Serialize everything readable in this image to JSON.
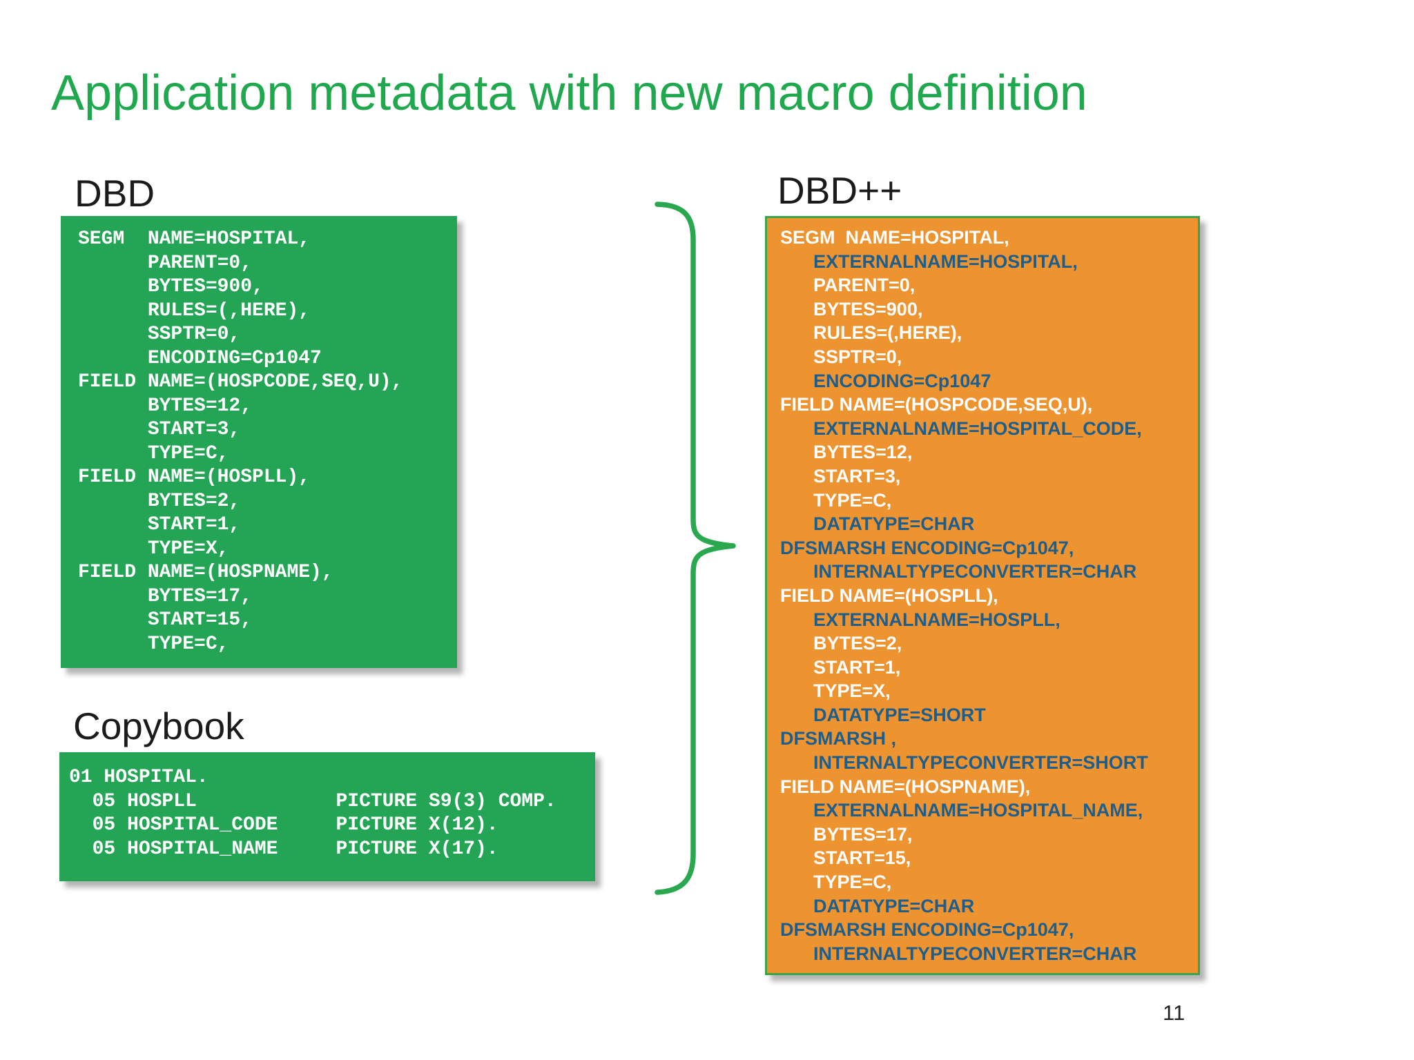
{
  "slide": {
    "title": "Application metadata with new macro definition",
    "page_number": "11"
  },
  "colors": {
    "title_green": "#20a84f",
    "box_green": "#23a555",
    "box_orange": "#ed9330",
    "orange_border_green": "#3aa449",
    "new_macro_blue": "#1e5e8c",
    "brace_green": "#2aa84f",
    "code_white": "#ffffff",
    "label_black": "#1b1b1b"
  },
  "dbd_panel": {
    "label": "DBD",
    "lines": [
      "SEGM  NAME=HOSPITAL,",
      "      PARENT=0,",
      "      BYTES=900,",
      "      RULES=(,HERE),",
      "      SSPTR=0,",
      "      ENCODING=Cp1047",
      "FIELD NAME=(HOSPCODE,SEQ,U),",
      "      BYTES=12,",
      "      START=3,",
      "      TYPE=C,",
      "FIELD NAME=(HOSPLL),",
      "      BYTES=2,",
      "      START=1,",
      "      TYPE=X,",
      "FIELD NAME=(HOSPNAME),",
      "      BYTES=17,",
      "      START=15,",
      "      TYPE=C,"
    ]
  },
  "copybook_panel": {
    "label": "Copybook",
    "lines": [
      "01 HOSPITAL.",
      "  05 HOSPLL            PICTURE S9(3) COMP.",
      "  05 HOSPITAL_CODE     PICTURE X(12).",
      "  05 HOSPITAL_NAME     PICTURE X(17)."
    ]
  },
  "dbdpp_panel": {
    "label": "DBD++",
    "lines": [
      {
        "text": "SEGM  NAME=HOSPITAL,",
        "new": false,
        "indent": false
      },
      {
        "text": "EXTERNALNAME=HOSPITAL,",
        "new": true,
        "indent": true
      },
      {
        "text": "PARENT=0,",
        "new": false,
        "indent": true
      },
      {
        "text": "BYTES=900,",
        "new": false,
        "indent": true
      },
      {
        "text": "RULES=(,HERE),",
        "new": false,
        "indent": true
      },
      {
        "text": "SSPTR=0,",
        "new": false,
        "indent": true
      },
      {
        "text": "ENCODING=Cp1047",
        "new": true,
        "indent": true
      },
      {
        "text": "FIELD NAME=(HOSPCODE,SEQ,U),",
        "new": false,
        "indent": false
      },
      {
        "text": "EXTERNALNAME=HOSPITAL_CODE,",
        "new": true,
        "indent": true
      },
      {
        "text": "BYTES=12,",
        "new": false,
        "indent": true
      },
      {
        "text": "START=3,",
        "new": false,
        "indent": true
      },
      {
        "text": "TYPE=C,",
        "new": false,
        "indent": true
      },
      {
        "text": "DATATYPE=CHAR",
        "new": true,
        "indent": true
      },
      {
        "text": "DFSMARSH ENCODING=Cp1047,",
        "new": true,
        "indent": false
      },
      {
        "text": "INTERNALTYPECONVERTER=CHAR",
        "new": true,
        "indent": true
      },
      {
        "text": "FIELD NAME=(HOSPLL),",
        "new": false,
        "indent": false
      },
      {
        "text": "EXTERNALNAME=HOSPLL,",
        "new": true,
        "indent": true
      },
      {
        "text": "BYTES=2,",
        "new": false,
        "indent": true
      },
      {
        "text": "START=1,",
        "new": false,
        "indent": true
      },
      {
        "text": "TYPE=X,",
        "new": false,
        "indent": true
      },
      {
        "text": "DATATYPE=SHORT",
        "new": true,
        "indent": true
      },
      {
        "text": "DFSMARSH ,",
        "new": true,
        "indent": false
      },
      {
        "text": "INTERNALTYPECONVERTER=SHORT",
        "new": true,
        "indent": true
      },
      {
        "text": "FIELD NAME=(HOSPNAME),",
        "new": false,
        "indent": false
      },
      {
        "text": "EXTERNALNAME=HOSPITAL_NAME,",
        "new": true,
        "indent": true
      },
      {
        "text": "BYTES=17,",
        "new": false,
        "indent": true
      },
      {
        "text": "START=15,",
        "new": false,
        "indent": true
      },
      {
        "text": "TYPE=C,",
        "new": false,
        "indent": true
      },
      {
        "text": "DATATYPE=CHAR",
        "new": true,
        "indent": true
      },
      {
        "text": "DFSMARSH ENCODING=Cp1047,",
        "new": true,
        "indent": false
      },
      {
        "text": "INTERNALTYPECONVERTER=CHAR",
        "new": true,
        "indent": true
      }
    ]
  }
}
